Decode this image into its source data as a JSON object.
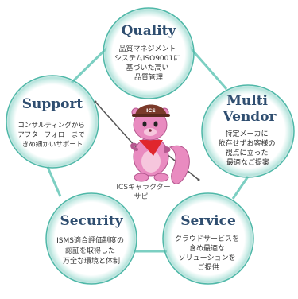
{
  "nodes": [
    {
      "id": "quality",
      "title": [
        "Quality"
      ],
      "desc": [
        "品質マネジメント",
        "システムISO9001に",
        "基づいた高い",
        "品質管理"
      ]
    },
    {
      "id": "multi-vendor",
      "title": [
        "Multi",
        "Vendor"
      ],
      "desc": [
        "特定メーカに",
        "依存せずお客様の",
        "視点に立った",
        "最適なご提案"
      ]
    },
    {
      "id": "service",
      "title": [
        "Service"
      ],
      "desc": [
        "クラウドサービスを",
        "含め最適な",
        "ソリューションを",
        "ご提供"
      ]
    },
    {
      "id": "security",
      "title": [
        "Security"
      ],
      "desc": [
        "ISMS適合評価制度の",
        "認証を取得した",
        "万全な環境と体制"
      ]
    },
    {
      "id": "support",
      "title": [
        "Support"
      ],
      "desc": [
        "コンサルティングから",
        "アフターフォローまで",
        "きめ細かいサポート"
      ]
    }
  ],
  "mascot": {
    "hat_text": "ICS",
    "caption": [
      "ICSキャラクター",
      "サピー"
    ]
  },
  "colors": {
    "ring": "#4fb8a8",
    "ring_glow": "#c9ece6",
    "title": "#2f4e70",
    "mascot_body": "#e98bc0",
    "mascot_hat": "#7a3a2a",
    "scarf": "#e0262d"
  }
}
